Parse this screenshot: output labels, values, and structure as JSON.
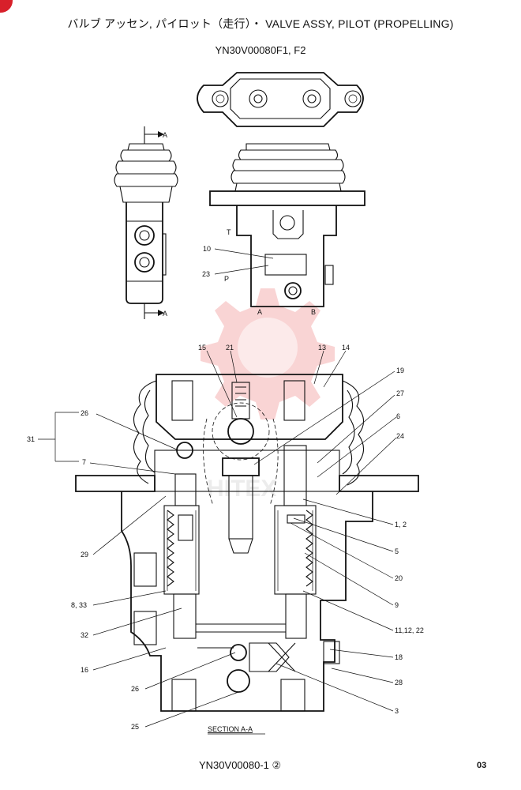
{
  "header": {
    "title": "バルブ アッセン, パイロット（走行）・ VALVE ASSY, PILOT (PROPELLING)",
    "model": "YN30V00080F1, F2"
  },
  "footer": {
    "code": "YN30V00080-1 ②",
    "page": "03"
  },
  "section_label": "SECTION A-A",
  "view_labels": {
    "arrow_a_top": "A",
    "arrow_a_bottom": "A",
    "port_t": "T",
    "port_p": "P",
    "port_a": "A",
    "port_b": "B"
  },
  "callouts": {
    "c10": "10",
    "c23": "23",
    "c15": "15",
    "c21": "21",
    "c13": "13",
    "c14": "14",
    "c19": "19",
    "c27": "27",
    "c6": "6",
    "c24": "24",
    "c26a": "26",
    "c31": "31",
    "c7": "7",
    "c1_2": "1, 2",
    "c5": "5",
    "c20": "20",
    "c9": "9",
    "c11_12_22": "11,12, 22",
    "c29": "29",
    "c8_33": "8, 33",
    "c32": "32",
    "c16": "16",
    "c18": "18",
    "c28": "28",
    "c26b": "26",
    "c3": "3",
    "c25": "25"
  },
  "watermark": "HITEX"
}
